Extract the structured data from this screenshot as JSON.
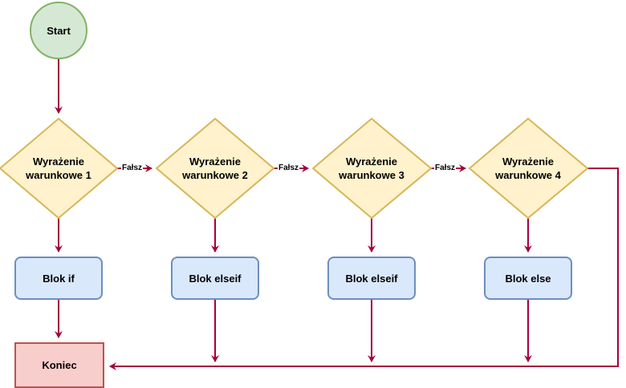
{
  "colors": {
    "edge": "#A50040",
    "start_fill": "#D5E8D4",
    "start_stroke": "#82B366",
    "cond_fill": "#FFF2CC",
    "cond_stroke": "#D6B656",
    "block_fill": "#DAE8FC",
    "block_stroke": "#6C8EBF",
    "end_fill": "#F8CECC",
    "end_stroke": "#B85450"
  },
  "nodes": {
    "start": "Start",
    "cond1": "Wyrażenie warunkowe 1",
    "cond2": "Wyrażenie warunkowe 2",
    "cond3": "Wyrażenie warunkowe 3",
    "cond4": "Wyrażenie warunkowe 4",
    "block_if": "Blok if",
    "block_elseif_1": "Blok elseif",
    "block_elseif_2": "Blok elseif",
    "block_else": "Blok else",
    "end": "Koniec"
  },
  "edges": {
    "false_1": "Fałsz",
    "false_2": "Fałsz",
    "false_3": "Fałsz"
  }
}
